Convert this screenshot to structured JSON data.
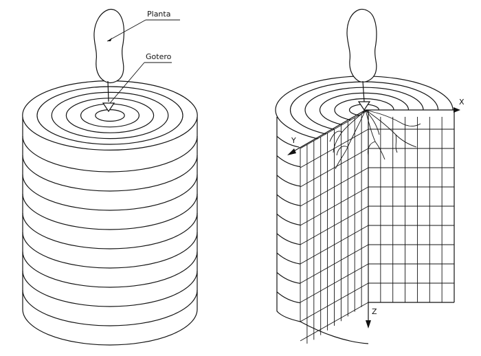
{
  "labels": {
    "plant": "Planta",
    "dripper": "Gotero",
    "axis_x": "X",
    "axis_y": "Y",
    "axis_z": "Z"
  }
}
